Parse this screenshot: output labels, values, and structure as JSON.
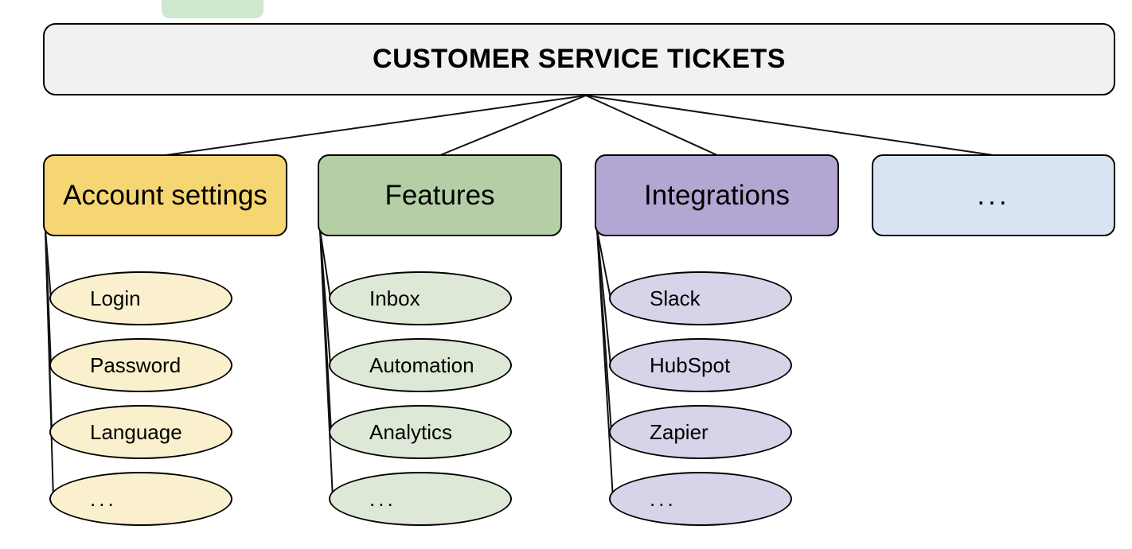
{
  "diagram": {
    "title": "CUSTOMER SERVICE TICKETS",
    "root_box_color": "#F1F1F1",
    "stroke_color": "#111111",
    "partial_shape_color": "#CFE9D1",
    "branches": [
      {
        "label": "Account settings",
        "box_color": "#F6D573",
        "leaf_color": "#FBF0CD",
        "children": [
          "Login",
          "Password",
          "Language",
          "..."
        ]
      },
      {
        "label": "Features",
        "box_color": "#B4CFA6",
        "leaf_color": "#DDE9D6",
        "children": [
          "Inbox",
          "Automation",
          "Analytics",
          "..."
        ]
      },
      {
        "label": "Integrations",
        "box_color": "#B3A6D3",
        "leaf_color": "#D9D3E9",
        "children": [
          "Slack",
          "HubSpot",
          "Zapier",
          "..."
        ]
      },
      {
        "label": "...",
        "box_color": "#D8E4F2",
        "leaf_color": null,
        "children": []
      }
    ]
  }
}
